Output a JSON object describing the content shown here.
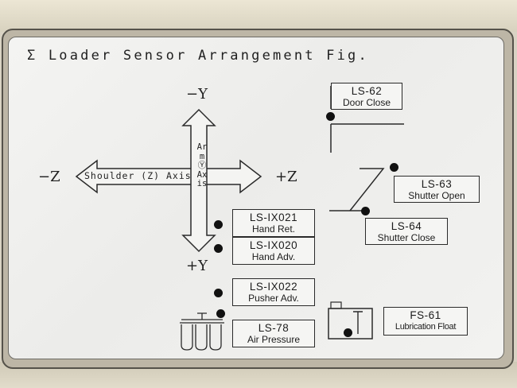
{
  "title": "Σ Loader Sensor Arrangement Fig.",
  "axes": {
    "minus_y": "−Y",
    "plus_y": "+Y",
    "minus_z": "−Z",
    "plus_z": "+Z",
    "shoulder_axis": "Shoulder (Z) Axis",
    "arm_axis": "ArmⓎAxis"
  },
  "sensors": {
    "ls62": {
      "code": "LS-62",
      "desc": "Door Close"
    },
    "ls63": {
      "code": "LS-63",
      "desc": "Shutter Open"
    },
    "ls64": {
      "code": "LS-64",
      "desc": "Shutter Close"
    },
    "ix021": {
      "code": "LS-IX021",
      "desc": "Hand Ret."
    },
    "ix020": {
      "code": "LS-IX020",
      "desc": "Hand Adv."
    },
    "ix022": {
      "code": "LS-IX022",
      "desc": "Pusher Adv."
    },
    "ls78": {
      "code": "LS-78",
      "desc": "Air Pressure"
    },
    "fs61": {
      "code": "FS-61",
      "desc": "Lubrication Float"
    }
  },
  "colors": {
    "plate": "#ececea",
    "ink": "#1f1f1f",
    "frame": "#bdb6a6"
  }
}
